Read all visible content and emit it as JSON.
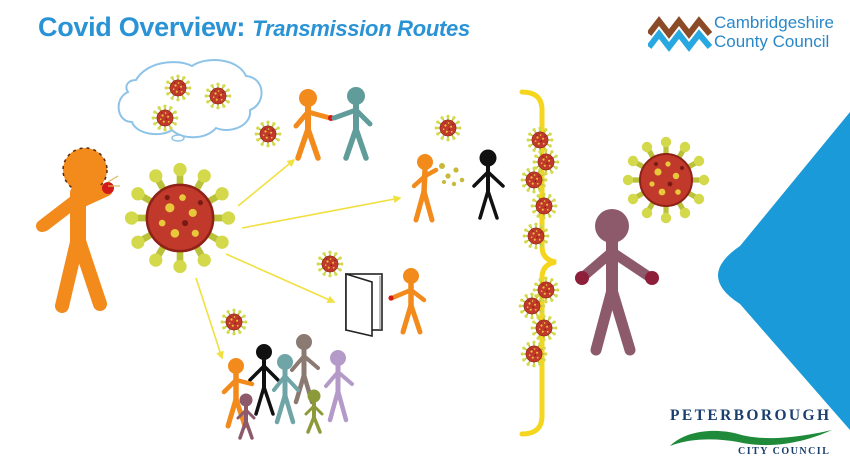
{
  "title": {
    "main": "Covid Overview:",
    "sub": "Transmission Routes"
  },
  "logos": {
    "cambridgeshire": {
      "line1": "Cambridgeshire",
      "line2": "County Council"
    },
    "peterborough": {
      "line1": "PETERBOROUGH",
      "line2": "CITY COUNCIL"
    }
  },
  "colors": {
    "title_blue": "#2a93d5",
    "arrow_yellow": "#f0e040",
    "bracket_yellow": "#f5d51d",
    "virus_red": "#c0392b",
    "virus_spike": "#b9c23a",
    "figure_orange": "#f28a1c",
    "figure_mauve": "#8c5a6a",
    "panel_blue": "#1a9ad9"
  }
}
